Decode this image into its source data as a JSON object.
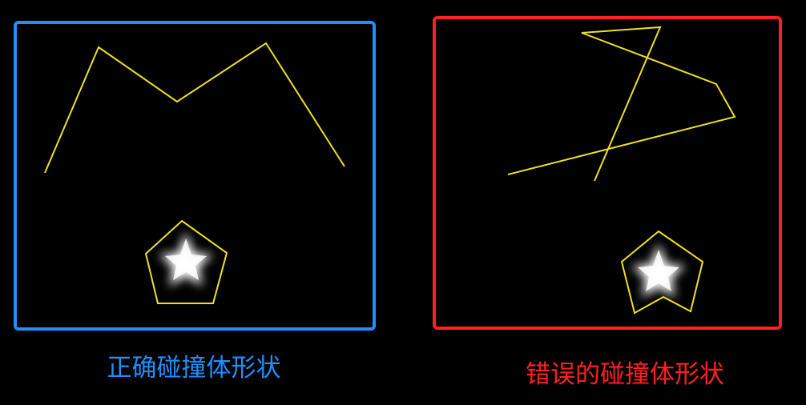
{
  "panels": [
    {
      "id": "correct",
      "caption": "正确碰撞体形状",
      "color": "#1e90ff"
    },
    {
      "id": "wrong",
      "caption": "错误的碰撞体形状",
      "color": "#ff2020"
    }
  ],
  "outline_color": "#f0e020",
  "sprite_color": "#ffffff"
}
